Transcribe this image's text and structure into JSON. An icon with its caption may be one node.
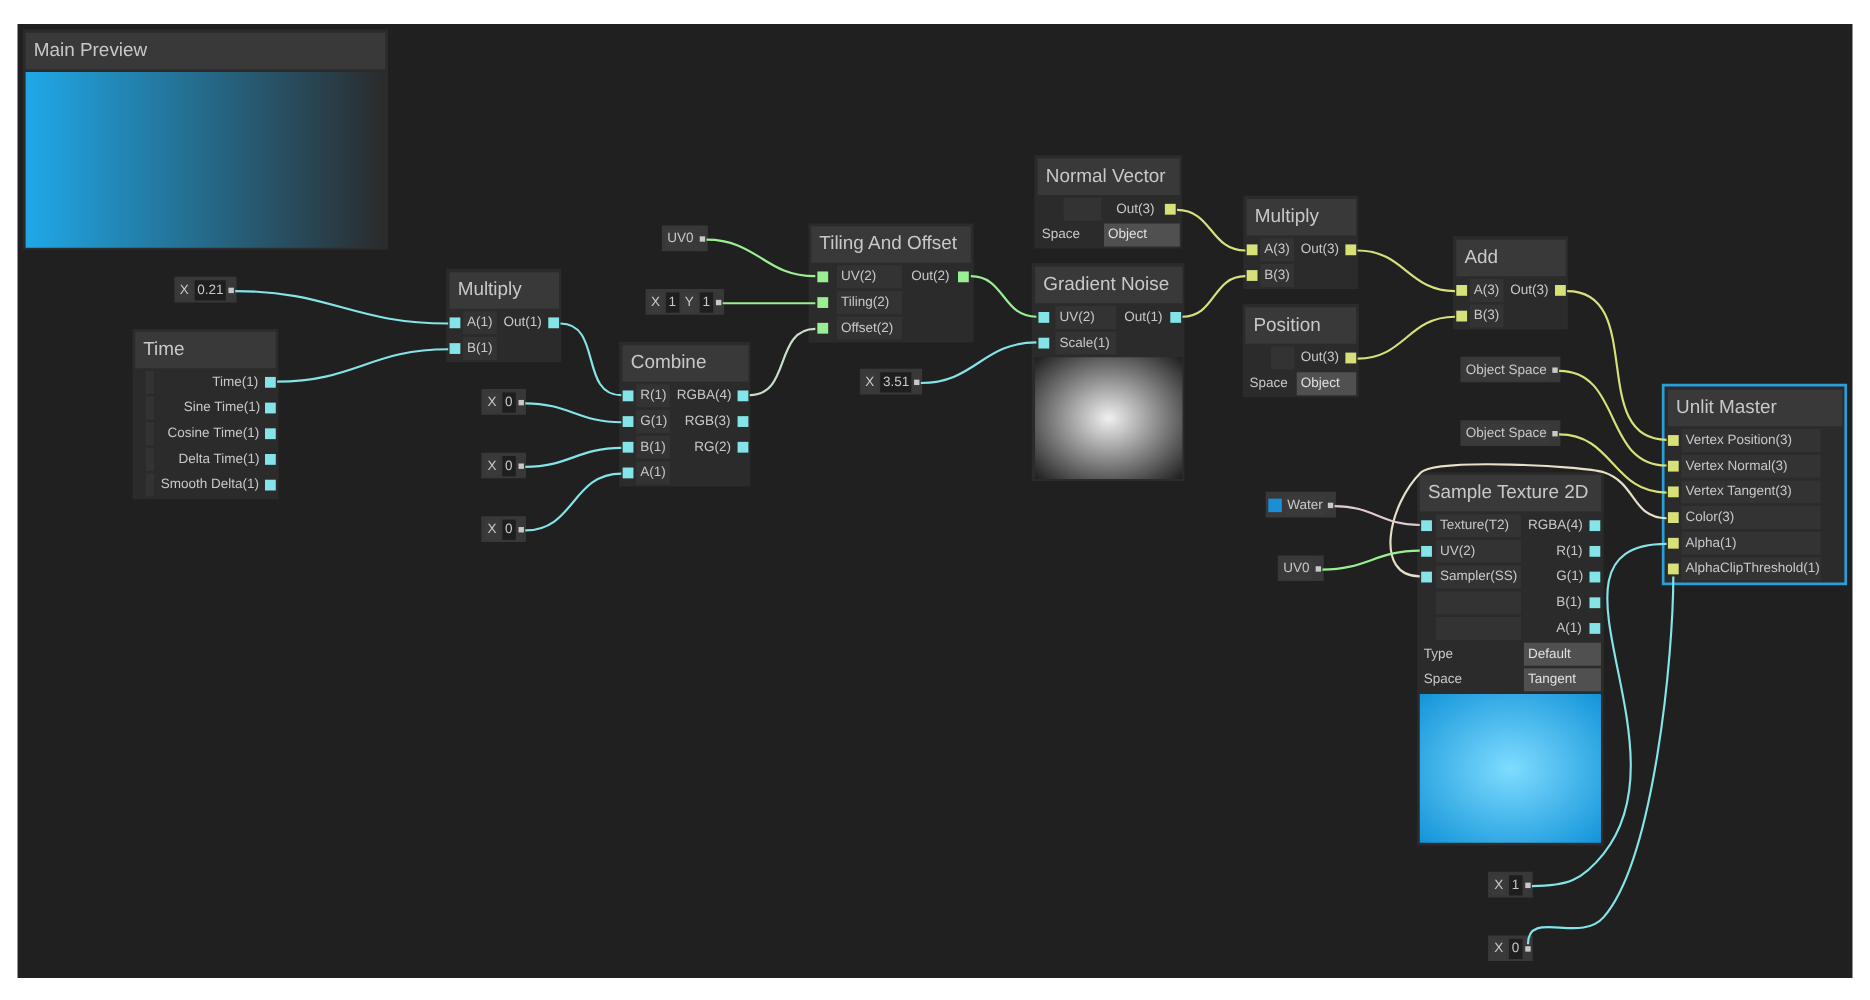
{
  "diagram": {
    "nodes": [
      {
        "text": [
          "Normal Vector",
          "Out(3)",
          "Space",
          "Object"
        ]
      },
      {
        "text": [
          "Multiply",
          "A(3)",
          "B(3)",
          "Out(3)"
        ]
      },
      {
        "text": [
          "Position",
          "Out(3)",
          "Space",
          "Object"
        ]
      },
      {
        "text": [
          "Add",
          "A(3)",
          "B(3)",
          "Out(3)"
        ]
      },
      {
        "text": [
          "Unlit Master",
          "Vertex Position(3)",
          "Vertex Normal(3)",
          "Vertex Tangent(3)",
          "Color(3)",
          "Alpha(1)",
          "AlphaClipThreshold(1)"
        ]
      },
      {
        "text": [
          "Object Space"
        ]
      },
      {
        "text": [
          "Object Space"
        ]
      },
      {
        "text": [
          "X",
          "1"
        ]
      },
      {
        "text": [
          "X",
          "0"
        ]
      },
      {
        "text": [
          "Tiling And Offset",
          "UV(2)",
          "Tiling(2)",
          "Offset(2)",
          "Out(2)"
        ]
      },
      {
        "text": [
          "UV0"
        ]
      },
      {
        "text": [
          "X",
          "1",
          "Y",
          "1"
        ]
      },
      {
        "text": [
          "Multiply",
          "A(1)",
          "B(1)",
          "Out(1)"
        ]
      },
      {
        "text": [
          "X",
          "0.21"
        ]
      },
      {
        "text": [
          "Time",
          "Time(1)",
          "Sine Time(1)",
          "Cosine Time(1)",
          "Delta Time(1)",
          "Smooth Delta(1)"
        ]
      },
      {
        "text": [
          "Combine",
          "R(1)",
          "G(1)",
          "B(1)",
          "A(1)",
          "RGBA(4)",
          "RGB(3)",
          "RG(2)"
        ]
      },
      {
        "text": [
          "X",
          "0"
        ]
      },
      {
        "text": [
          "X",
          "0"
        ]
      },
      {
        "text": [
          "X",
          "0"
        ]
      },
      {
        "text": [
          "Gradient Noise",
          "UV(2)",
          "Scale(1)",
          "Out(1)"
        ]
      },
      {
        "text": [
          "X",
          "3.51"
        ]
      },
      {
        "text": [
          "Sample Texture 2D",
          "Texture(T2)",
          "UV(2)",
          "Sampler(SS)",
          "RGBA(4)",
          "R(1)",
          "G(1)",
          "B(1)",
          "A(1)",
          "Type",
          "Default",
          "Space",
          "Tangent"
        ]
      },
      {
        "text": [
          "Water"
        ]
      },
      {
        "text": [
          "UV0"
        ]
      },
      {
        "text": [
          "Main Preview"
        ]
      }
    ],
    "edges": [
      {
        "from": 0,
        "to": 1,
        "arrow": "none",
        "color": "#d8e07a"
      },
      {
        "from": 19,
        "to": 1,
        "arrow": "none",
        "color": "#d8e07a"
      },
      {
        "from": 1,
        "to": 3,
        "arrow": "none",
        "color": "#d8e07a"
      },
      {
        "from": 2,
        "to": 3,
        "arrow": "none",
        "color": "#d8e07a"
      },
      {
        "from": 3,
        "to": 4,
        "arrow": "none",
        "color": "#d8e07a"
      },
      {
        "from": 5,
        "to": 4,
        "arrow": "none",
        "color": "#d8e07a"
      },
      {
        "from": 6,
        "to": 4,
        "arrow": "none",
        "color": "#d8e07a"
      },
      {
        "from": 21,
        "to": 4,
        "arrow": "none",
        "color": "#e6e0c8"
      },
      {
        "from": 7,
        "to": 4,
        "arrow": "none",
        "color": "#84e4e7"
      },
      {
        "from": 8,
        "to": 4,
        "arrow": "none",
        "color": "#84e4e7"
      },
      {
        "from": 10,
        "to": 9,
        "arrow": "none",
        "color": "#9aef92"
      },
      {
        "from": 11,
        "to": 9,
        "arrow": "none",
        "color": "#9aef92"
      },
      {
        "from": 15,
        "to": 9,
        "arrow": "none",
        "color": "#c8e0c8"
      },
      {
        "from": 9,
        "to": 19,
        "arrow": "none",
        "color": "#9aef92"
      },
      {
        "from": 20,
        "to": 19,
        "arrow": "none",
        "color": "#84e4e7"
      },
      {
        "from": 13,
        "to": 12,
        "arrow": "none",
        "color": "#84e4e7"
      },
      {
        "from": 14,
        "to": 12,
        "arrow": "none",
        "color": "#84e4e7"
      },
      {
        "from": 12,
        "to": 15,
        "arrow": "none",
        "color": "#84e4e7"
      },
      {
        "from": 16,
        "to": 15,
        "arrow": "none",
        "color": "#84e4e7"
      },
      {
        "from": 17,
        "to": 15,
        "arrow": "none",
        "color": "#84e4e7"
      },
      {
        "from": 18,
        "to": 15,
        "arrow": "none",
        "color": "#84e4e7"
      },
      {
        "from": 22,
        "to": 21,
        "arrow": "none",
        "color": "#e1c8d6"
      },
      {
        "from": 23,
        "to": 21,
        "arrow": "none",
        "color": "#9aef92"
      }
    ]
  }
}
